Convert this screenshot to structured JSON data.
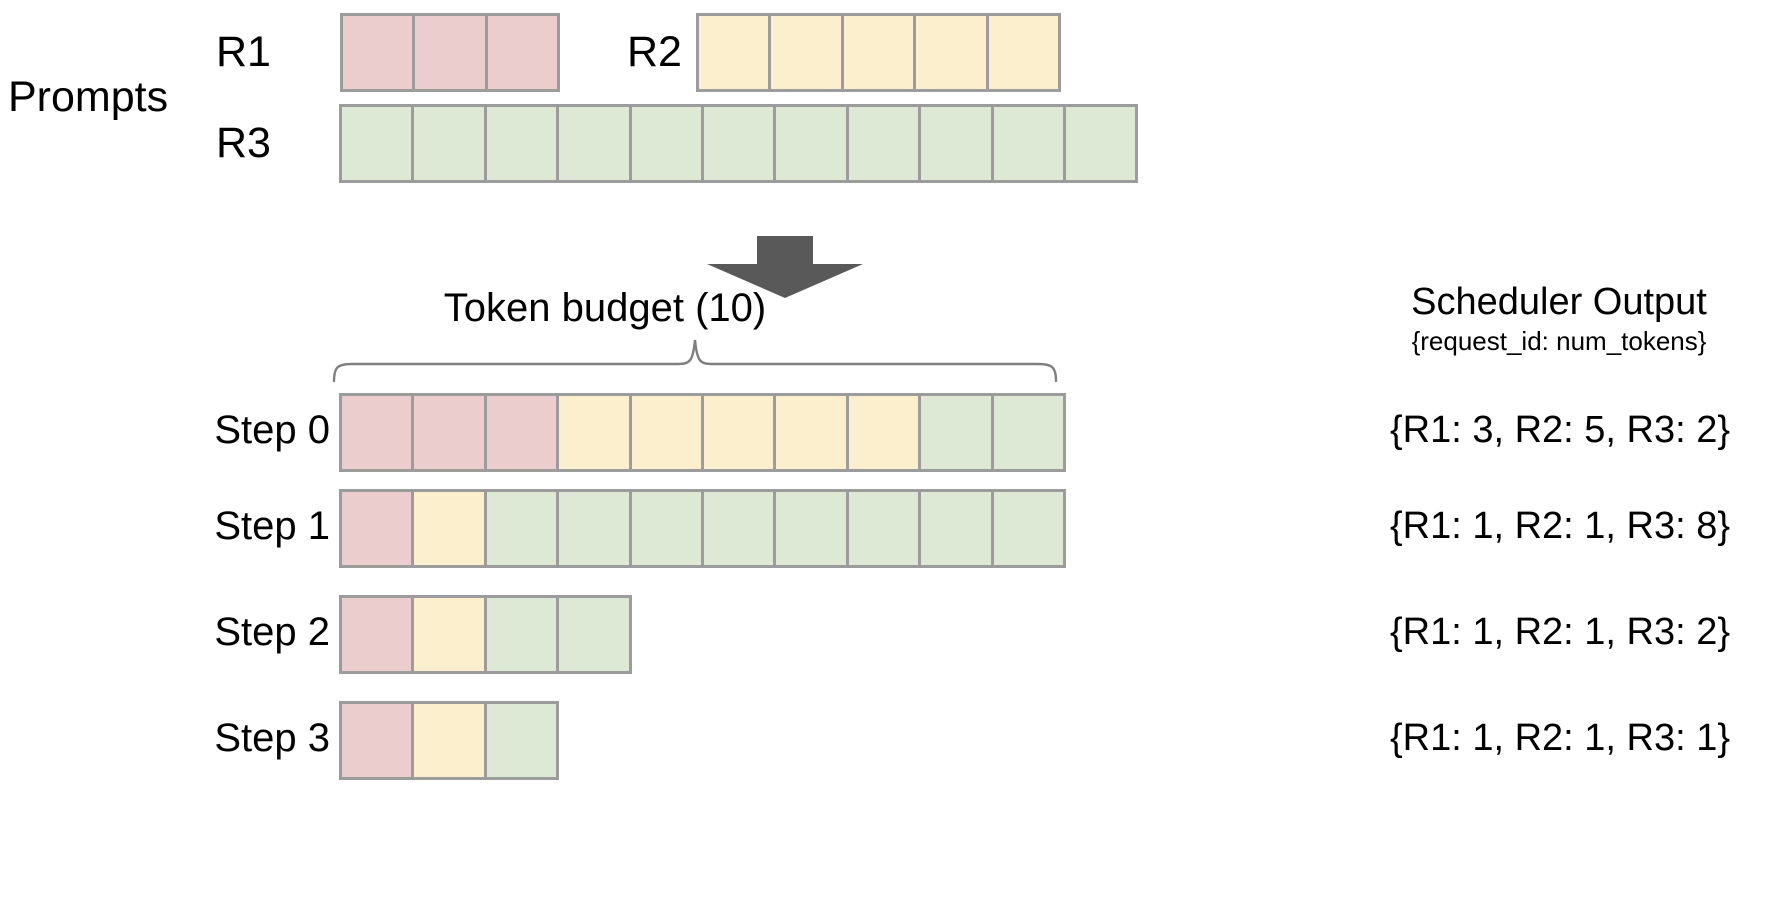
{
  "figure": {
    "title_prompts": "Prompts",
    "token_budget_label": "Token budget (10)",
    "arrow_icon": "down-arrow-icon",
    "brace_icon": "curly-brace-icon"
  },
  "prompts": {
    "label": "Prompts",
    "requests": [
      {
        "id": "R1",
        "label": "R1",
        "tokens": 3,
        "color": "#eccdcd"
      },
      {
        "id": "R2",
        "label": "R2",
        "tokens": 5,
        "color": "#fbefcd"
      },
      {
        "id": "R3",
        "label": "R3",
        "tokens": 11,
        "color": "#dde8d5"
      }
    ]
  },
  "scheduler": {
    "title": "Scheduler Output",
    "subtitle": "{request_id: num_tokens}",
    "budget": 10,
    "steps": [
      {
        "label": "Step 0",
        "output": "{R1: 3, R2: 5, R3: 2}",
        "segments": [
          {
            "request": "R1",
            "count": 3,
            "color": "#eccdcd"
          },
          {
            "request": "R2",
            "count": 5,
            "color": "#fbefcd"
          },
          {
            "request": "R3",
            "count": 2,
            "color": "#dde8d5"
          }
        ]
      },
      {
        "label": "Step 1",
        "output": "{R1: 1, R2: 1, R3: 8}",
        "segments": [
          {
            "request": "R1",
            "count": 1,
            "color": "#eccdcd"
          },
          {
            "request": "R2",
            "count": 1,
            "color": "#fbefcd"
          },
          {
            "request": "R3",
            "count": 8,
            "color": "#dde8d5"
          }
        ]
      },
      {
        "label": "Step 2",
        "output": "{R1: 1, R2: 1, R3: 2}",
        "segments": [
          {
            "request": "R1",
            "count": 1,
            "color": "#eccdcd"
          },
          {
            "request": "R2",
            "count": 1,
            "color": "#fbefcd"
          },
          {
            "request": "R3",
            "count": 2,
            "color": "#dde8d5"
          }
        ]
      },
      {
        "label": "Step 3",
        "output": "{R1: 1, R2: 1, R3: 1}",
        "segments": [
          {
            "request": "R1",
            "count": 1,
            "color": "#eccdcd"
          },
          {
            "request": "R2",
            "count": 1,
            "color": "#fbefcd"
          },
          {
            "request": "R3",
            "count": 1,
            "color": "#dde8d5"
          }
        ]
      }
    ]
  },
  "colors": {
    "r1": "#eccdcd",
    "r2": "#fbefcd",
    "r3": "#dde8d5",
    "cell_border": "#9c9c9c",
    "arrow": "#595959",
    "brace": "#7f7f7f",
    "text": "#000000",
    "background": "#ffffff"
  }
}
